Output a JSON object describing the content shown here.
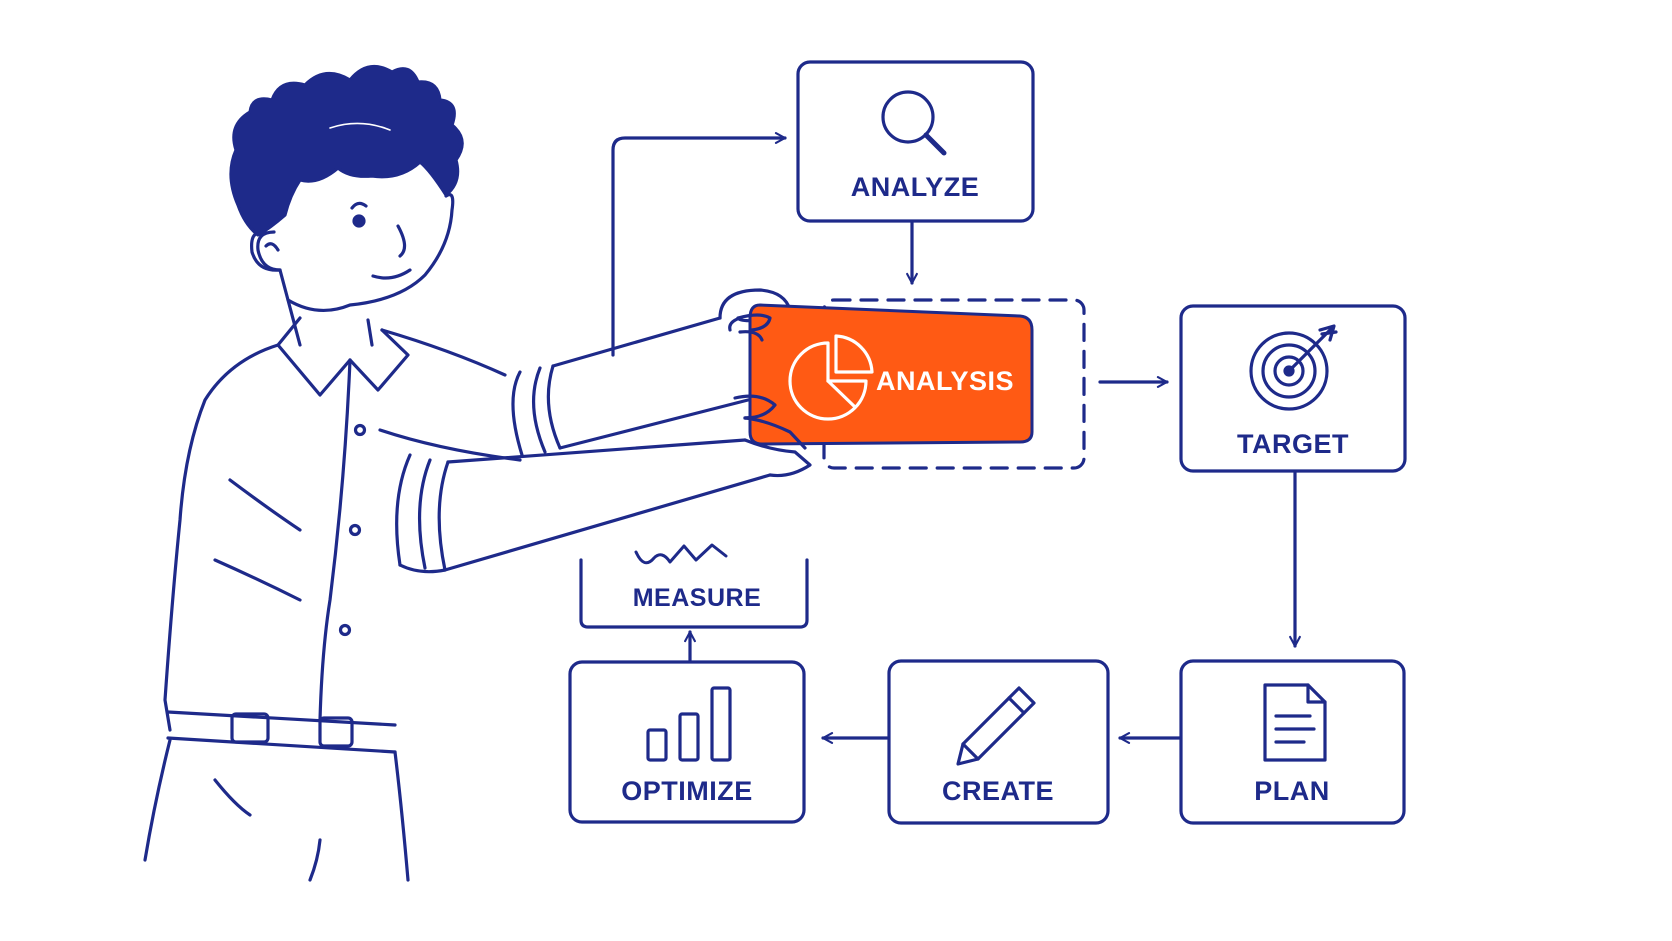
{
  "colors": {
    "ink": "#1e2a8a",
    "accent": "#ff5a14",
    "accent_dark": "#e24a0c",
    "background": "#ffffff"
  },
  "nodes": {
    "analyze": {
      "label": "ANALYZE",
      "icon": "magnifier-icon"
    },
    "analysis": {
      "label": "ANALYSIS",
      "icon": "pie-chart-icon"
    },
    "target": {
      "label": "TARGET",
      "icon": "target-icon"
    },
    "plan": {
      "label": "PLAN",
      "icon": "document-icon"
    },
    "create": {
      "label": "CREATE",
      "icon": "pencil-icon"
    },
    "optimize": {
      "label": "OPTIMIZE",
      "icon": "bar-chart-icon"
    },
    "measure": {
      "label": "MEASURE",
      "icon": "line-chart-icon"
    }
  },
  "figure": {
    "icon": "person-holding-card-icon"
  }
}
